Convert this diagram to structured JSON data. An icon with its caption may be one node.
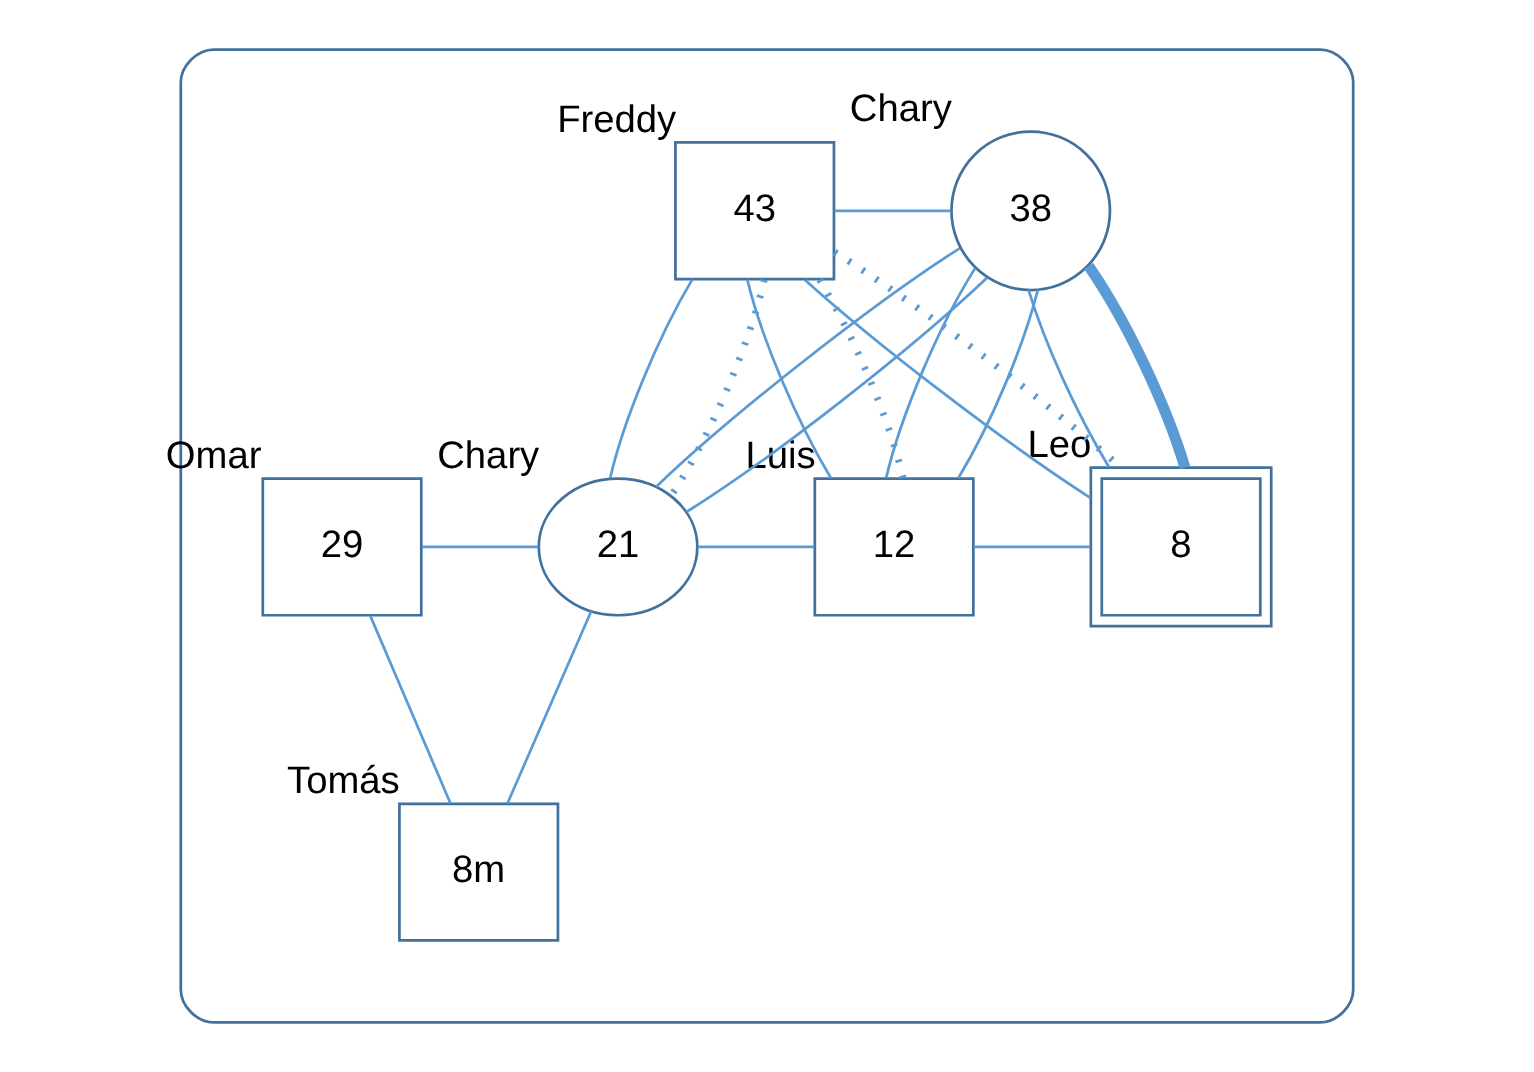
{
  "diagram": {
    "nodes": [
      {
        "text": [],
        "shape": "box"
      },
      {
        "text": [
          "43"
        ],
        "beside": [
          "Freddy"
        ],
        "in": 0
      },
      {
        "text": [
          "38"
        ],
        "beside": [
          "Chary"
        ],
        "in": 0
      },
      {
        "text": [
          "29"
        ],
        "beside": [
          "Omar"
        ],
        "in": 0
      },
      {
        "text": [
          "21"
        ],
        "beside": [
          "Chary"
        ],
        "in": 0
      },
      {
        "text": [
          "12"
        ],
        "beside": [
          "Luis"
        ],
        "in": 0
      },
      {
        "text": [
          "8"
        ],
        "beside": [
          "Leo"
        ],
        "in": 0
      },
      {
        "text": [
          "8m"
        ],
        "beside": [
          "Tomás"
        ],
        "in": 0
      }
    ],
    "edges": [
      {
        "from": 1,
        "to": 2,
        "arrow": "none"
      },
      {
        "from": 1,
        "to": 4,
        "arrow": "none"
      },
      {
        "from": 1,
        "to": 5,
        "arrow": "none"
      },
      {
        "from": 1,
        "to": 6,
        "arrow": "none"
      },
      {
        "from": 2,
        "to": 4,
        "arrow": "none"
      },
      {
        "from": 2,
        "to": 5,
        "arrow": "none"
      },
      {
        "from": 2,
        "to": 6,
        "arrow": "none"
      },
      {
        "from": 1,
        "to": 4,
        "arrow": "none",
        "style": "dashed"
      },
      {
        "from": 1,
        "to": 5,
        "arrow": "none",
        "style": "dashed"
      },
      {
        "from": 1,
        "to": 6,
        "arrow": "none",
        "style": "dashed"
      },
      {
        "from": 2,
        "to": 5,
        "arrow": "none"
      },
      {
        "from": 2,
        "to": 6,
        "arrow": "none",
        "style": "thick"
      },
      {
        "from": 4,
        "to": 2,
        "arrow": "none"
      },
      {
        "from": 4,
        "to": 5,
        "arrow": "none"
      },
      {
        "from": 5,
        "to": 6,
        "arrow": "none"
      },
      {
        "from": 3,
        "to": 4,
        "arrow": "none"
      },
      {
        "from": 3,
        "to": 7,
        "arrow": "none"
      },
      {
        "from": 4,
        "to": 7,
        "arrow": "none"
      }
    ]
  }
}
